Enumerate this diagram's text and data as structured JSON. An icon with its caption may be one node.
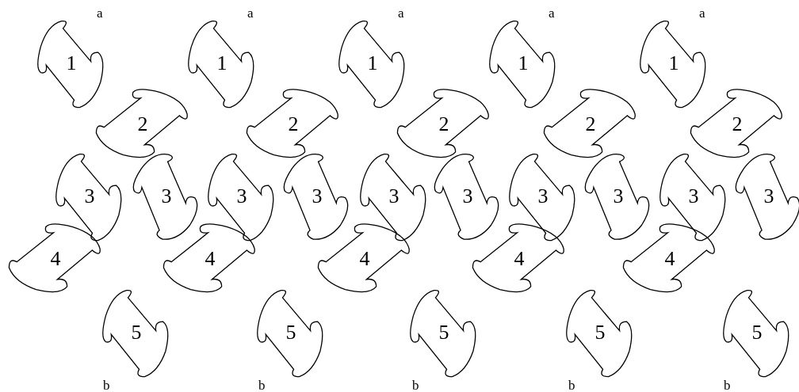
{
  "diagram": {
    "nodes": [
      {
        "text": [
          "1"
        ]
      },
      {
        "text": [
          "1"
        ]
      },
      {
        "text": [
          "1"
        ]
      },
      {
        "text": [
          "1"
        ]
      },
      {
        "text": [
          "1"
        ]
      },
      {
        "text": [
          "2"
        ]
      },
      {
        "text": [
          "2"
        ]
      },
      {
        "text": [
          "2"
        ]
      },
      {
        "text": [
          "2"
        ]
      },
      {
        "text": [
          "2"
        ]
      },
      {
        "text": [
          "3"
        ]
      },
      {
        "text": [
          "3"
        ]
      },
      {
        "text": [
          "3"
        ]
      },
      {
        "text": [
          "3"
        ]
      },
      {
        "text": [
          "3"
        ]
      },
      {
        "text": [
          "3"
        ]
      },
      {
        "text": [
          "3"
        ]
      },
      {
        "text": [
          "3"
        ]
      },
      {
        "text": [
          "3"
        ]
      },
      {
        "text": [
          "3"
        ]
      },
      {
        "text": [
          "4"
        ]
      },
      {
        "text": [
          "4"
        ]
      },
      {
        "text": [
          "4"
        ]
      },
      {
        "text": [
          "4"
        ]
      },
      {
        "text": [
          "4"
        ]
      },
      {
        "text": [
          "5"
        ]
      },
      {
        "text": [
          "5"
        ]
      },
      {
        "text": [
          "5"
        ]
      },
      {
        "text": [
          "5"
        ]
      },
      {
        "text": [
          "5"
        ]
      }
    ],
    "labels": [
      "a",
      "a",
      "a",
      "a",
      "a",
      "b",
      "b",
      "b",
      "b",
      "b"
    ]
  }
}
